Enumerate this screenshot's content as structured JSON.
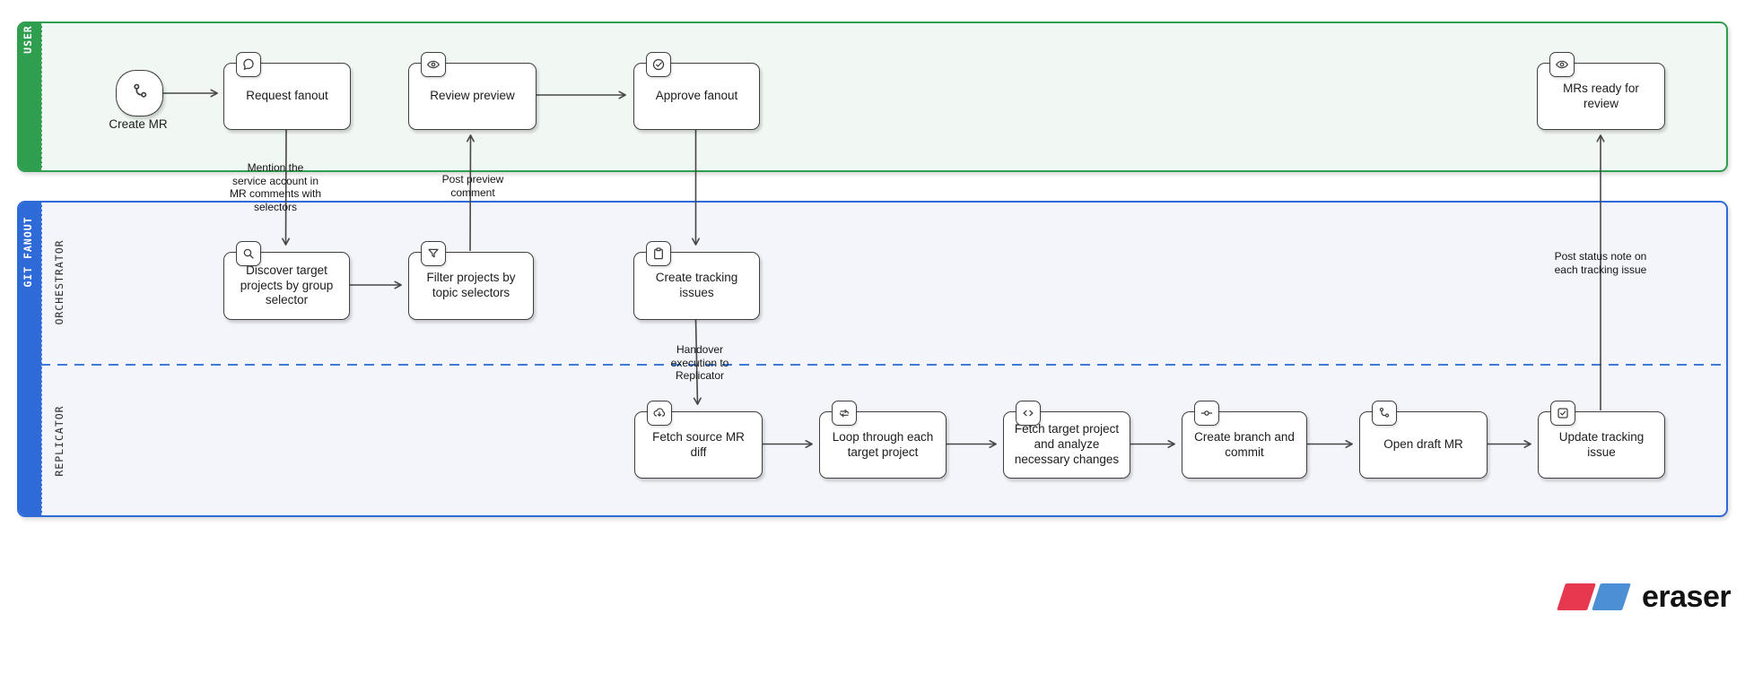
{
  "lanes": {
    "user": {
      "title": "USER",
      "color": "#2f9e4f",
      "fill": "#f1f8f3"
    },
    "git_fanout": {
      "title": "GIT FANOUT",
      "color": "#2f6bd8",
      "fill": "#f3f5fa",
      "divider_color": "#3f7ad6"
    },
    "orchestrator": {
      "title": "ORCHESTRATOR"
    },
    "replicator": {
      "title": "REPLICATOR"
    }
  },
  "nodes": {
    "create_mr": {
      "label": "Create MR",
      "icon": "git-merge-icon"
    },
    "request_fanout": {
      "label": "Request fanout",
      "icon": "comment-icon"
    },
    "review_preview": {
      "label": "Review preview",
      "icon": "eye-icon"
    },
    "approve_fanout": {
      "label": "Approve fanout",
      "icon": "check-circle-icon"
    },
    "mrs_ready": {
      "label": "MRs ready for review",
      "icon": "eye-icon"
    },
    "discover": {
      "label": "Discover target projects by group selector",
      "icon": "search-icon"
    },
    "filter": {
      "label": "Filter projects by topic selectors",
      "icon": "funnel-icon"
    },
    "create_tracking": {
      "label": "Create tracking issues",
      "icon": "clipboard-icon"
    },
    "fetch_source": {
      "label": "Fetch source MR diff",
      "icon": "cloud-download-icon"
    },
    "loop_projects": {
      "label": "Loop through each target project",
      "icon": "repeat-icon"
    },
    "fetch_target": {
      "label": "Fetch target project and analyze necessary changes",
      "icon": "code-icon"
    },
    "create_branch": {
      "label": "Create branch and commit",
      "icon": "commit-icon"
    },
    "open_draft": {
      "label": "Open draft MR",
      "icon": "git-branch-icon"
    },
    "update_tracking": {
      "label": "Update tracking issue",
      "icon": "check-square-icon"
    }
  },
  "edges": {
    "mention": {
      "label": "Mention the service account in MR comments with selectors"
    },
    "post_preview": {
      "label": "Post preview comment"
    },
    "handover": {
      "label": "Handover execution to Replicator"
    },
    "post_status": {
      "label": "Post status note on each tracking issue"
    }
  },
  "colors": {
    "node_border": "#3f3f3f",
    "edge_stroke": "#474747",
    "user_lane_green": "#2f9e4f",
    "fanout_lane_blue": "#2f6bd8",
    "divider_dashed_blue": "#3f7ad6"
  },
  "branding": {
    "logo_text": "eraser",
    "logo_red": "#e63950",
    "logo_blue": "#4d8fd5"
  }
}
